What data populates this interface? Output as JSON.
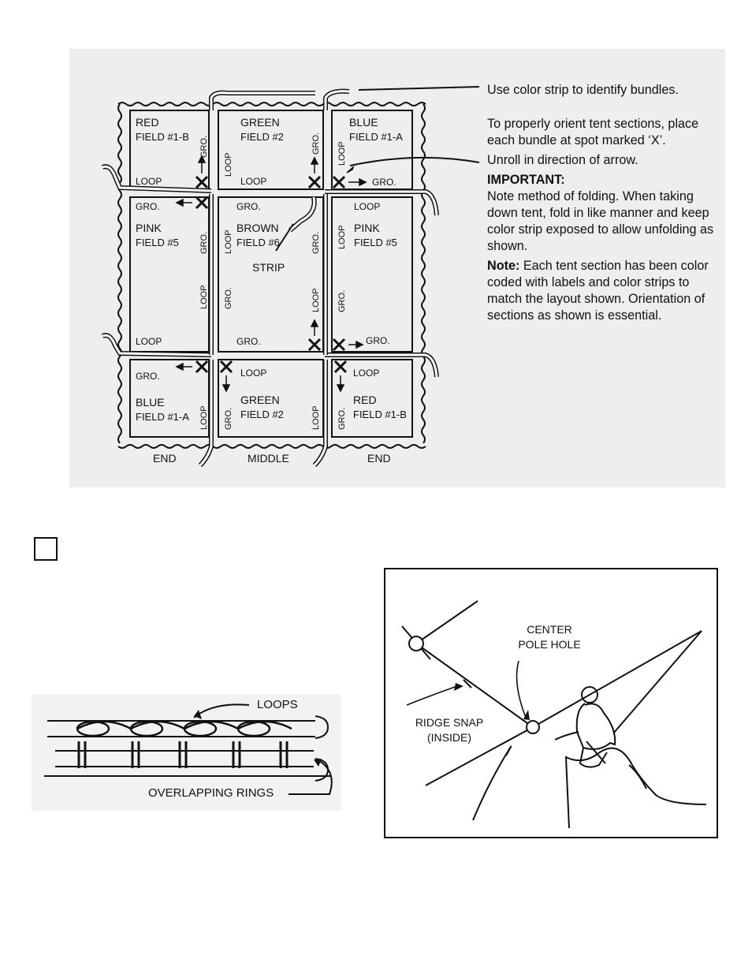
{
  "layout_diagram": {
    "sections": [
      {
        "color": "RED",
        "field": "FIELD #1-B",
        "top_label": "",
        "bottom_label": "LOOP",
        "side_labels": [
          "GRO."
        ]
      },
      {
        "color": "GREEN",
        "field": "FIELD #2",
        "top_label": "",
        "bottom_label": "LOOP",
        "side_labels": [
          "LOOP",
          "GRO."
        ]
      },
      {
        "color": "BLUE",
        "field": "FIELD #1-A",
        "top_label": "",
        "bottom_label": "GRO.",
        "side_labels": [
          "LOOP"
        ]
      },
      {
        "color": "PINK",
        "field": "FIELD #5",
        "top_label": "GRO.",
        "bottom_label": "LOOP",
        "side_labels": [
          "GRO.",
          "LOOP"
        ]
      },
      {
        "color": "BROWN",
        "field": "FIELD #6",
        "top_label": "GRO.",
        "bottom_label": "GRO.",
        "side_labels": [
          "LOOP",
          "GRO.",
          "GRO.",
          "LOOP"
        ]
      },
      {
        "color": "PINK",
        "field": "FIELD #5",
        "top_label": "LOOP",
        "bottom_label": "GRO.",
        "side_labels": [
          "LOOP",
          "GRO."
        ]
      },
      {
        "color": "BLUE",
        "field": "FIELD #1-A",
        "top_label": "GRO.",
        "bottom_label": "",
        "side_labels": [
          "LOOP"
        ]
      },
      {
        "color": "GREEN",
        "field": "FIELD #2",
        "top_label": "LOOP",
        "bottom_label": "",
        "side_labels": [
          "GRO.",
          "LOOP"
        ]
      },
      {
        "color": "RED",
        "field": "FIELD #1-B",
        "top_label": "LOOP",
        "bottom_label": "",
        "side_labels": [
          "GRO."
        ]
      }
    ],
    "strip_label": "STRIP",
    "column_labels": [
      "END",
      "MIDDLE",
      "END"
    ]
  },
  "instructions": {
    "p1": "Use color strip to identify bundles.",
    "p2": "To properly orient tent sections, place each bundle at spot marked ‘X’.",
    "p3": "Unroll in direction of arrow.",
    "important_heading": "IMPORTANT:",
    "p4": "Note method of folding. When taking down tent, fold in like manner and keep color strip exposed to allow unfolding as shown.",
    "note_heading": "Note:",
    "p5": " Each tent section has been color coded with labels and color strips to match the layout shown. Orientation of sections as shown is essential."
  },
  "loops_figure": {
    "loops_label": "LOOPS",
    "rings_label": "OVERLAPPING RINGS"
  },
  "pole_figure": {
    "center_label_1": "CENTER",
    "center_label_2": "POLE HOLE",
    "ridge_label_1": "RIDGE SNAP",
    "ridge_label_2": "(INSIDE)"
  }
}
